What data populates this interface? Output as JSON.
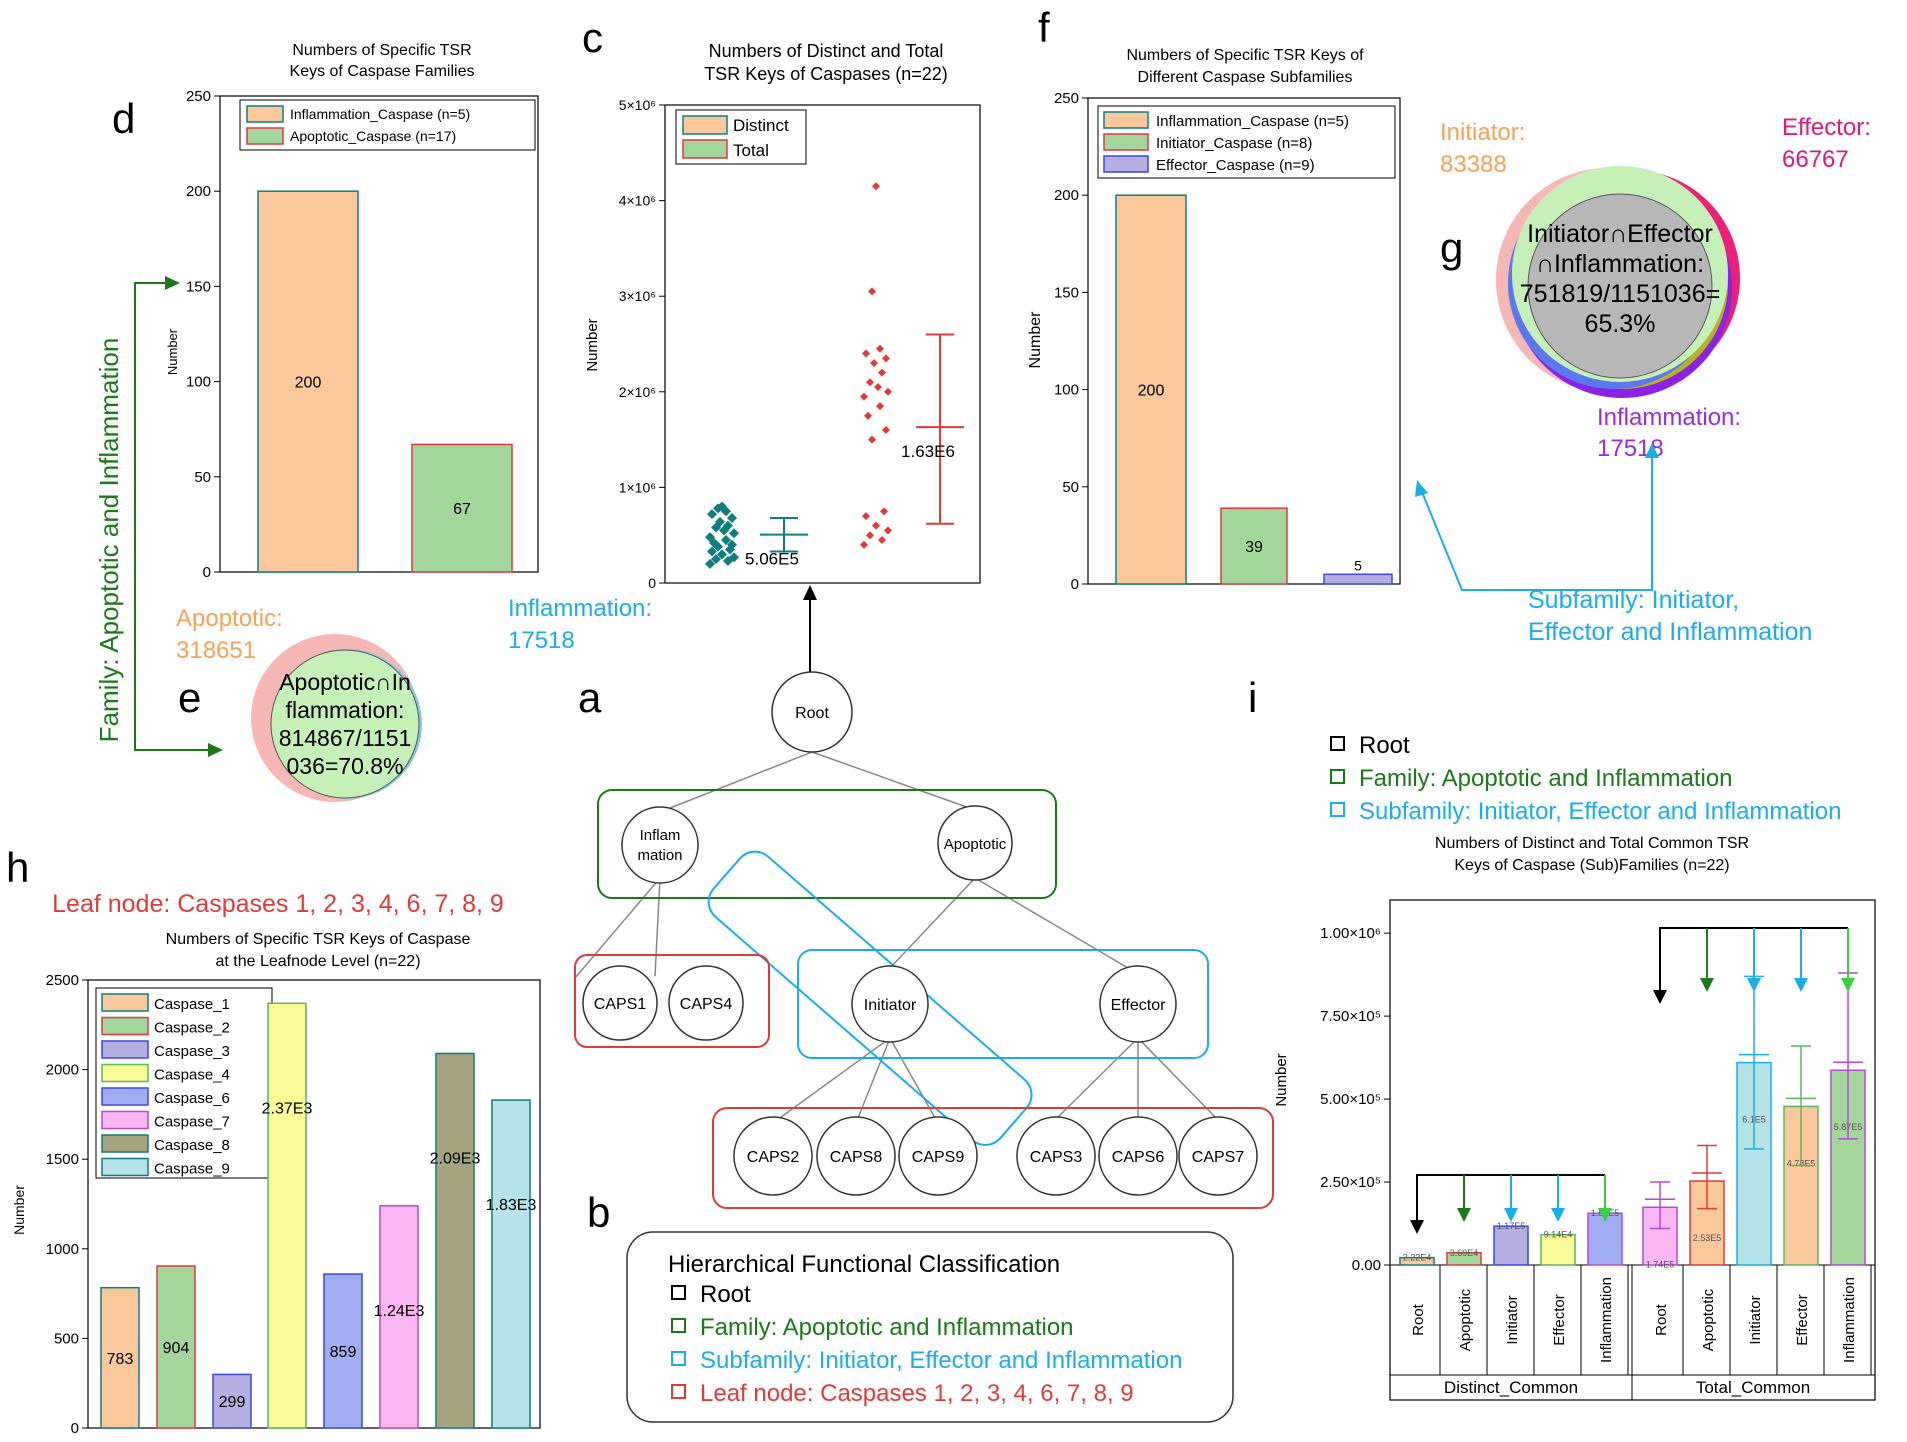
{
  "panel_letters": {
    "a": "a",
    "b": "b",
    "c": "c",
    "d": "d",
    "e": "e",
    "f": "f",
    "g": "g",
    "h": "h",
    "i": "i"
  },
  "colors": {
    "orange_fill": "#fac89b",
    "orange_edge": "#0d7f7f",
    "green_fill": "#a3d69b",
    "green_edge": "#e03a3a",
    "purple_fill": "#b5aee0",
    "yellow_fill": "#fafa96",
    "blue_fill": "#a1adf2",
    "pink_fill": "#f9b6f0",
    "olive_fill": "#a8a37f",
    "cyan_fill": "#b6e2ea",
    "teal": "#0d7f7f",
    "red": "#e03a3a",
    "dark_green": "#1a7a1a",
    "sky_blue": "#1aaee8",
    "light_green_arrow": "#3ccf3c"
  },
  "side_labels": {
    "family": "Family: Apoptotic and Inflammation",
    "subfamily_line1": "Subfamily: Initiator,",
    "subfamily_line2": "Effector and Inflammation",
    "leaf": "Leaf node: Caspases 1, 2, 3, 4, 6, 7, 8, 9"
  },
  "venn_e": {
    "left_name": "Apoptotic:",
    "left_value": "318651",
    "right_name": "Inflammation:",
    "right_value": "17518",
    "center_lines": [
      "Apoptotic∩In",
      "flammation:",
      "814867/1151",
      "036=70.8%"
    ]
  },
  "venn_g": {
    "initiator_name": "Initiator:",
    "initiator_value": "83388",
    "effector_name": "Effector:",
    "effector_value": "66767",
    "inflammation_name": "Inflammation:",
    "inflammation_value": "17518",
    "center_lines": [
      "Initiator∩Effector",
      "∩Inflammation:",
      "751819/1151036=",
      "65.3%"
    ]
  },
  "tree": {
    "root": "Root",
    "inflammation_lines": [
      "Inflam",
      "mation"
    ],
    "apoptotic": "Apoptotic",
    "initiator": "Initiator",
    "effector": "Effector",
    "leaves_inflam": [
      "CAPS1",
      "CAPS4"
    ],
    "leaves_initiator": [
      "CAPS2",
      "CAPS8",
      "CAPS9"
    ],
    "leaves_effector": [
      "CAPS3",
      "CAPS6",
      "CAPS7"
    ]
  },
  "legend_b": {
    "title": "Hierarchical Functional Classification",
    "root": "Root",
    "family": "Family: Apoptotic and Inflammation",
    "subfamily": "Subfamily: Initiator, Effector and Inflammation",
    "leaf": "Leaf node: Caspases 1, 2, 3, 4, 6, 7, 8, 9"
  },
  "legend_i": {
    "root": "Root",
    "family": "Family: Apoptotic and Inflammation",
    "subfamily": "Subfamily: Initiator, Effector and Inflammation"
  },
  "chart_data": [
    {
      "id": "d",
      "type": "bar",
      "title_lines": [
        "Numbers of Specific TSR",
        "Keys of Caspase Families"
      ],
      "ylabel": "Number",
      "ylim": [
        0,
        250
      ],
      "yticks": [
        "0",
        "50",
        "100",
        "150",
        "200",
        "250"
      ],
      "series": [
        {
          "name": "Inflammation_Caspase (n=5)",
          "value": 200,
          "label": "200"
        },
        {
          "name": "Apoptotic_Caspase (n=17)",
          "value": 67,
          "label": "67"
        }
      ]
    },
    {
      "id": "c",
      "type": "scatter",
      "title_lines": [
        "Numbers of Distinct and Total",
        "TSR Keys of Caspases (n=22)"
      ],
      "ylabel": "Number",
      "ylim": [
        0,
        5000000
      ],
      "yticks": [
        "0",
        "1×10⁶",
        "2×10⁶",
        "3×10⁶",
        "4×10⁶",
        "5×10⁶"
      ],
      "series": [
        {
          "name": "Distinct",
          "mean": 506000,
          "mean_label": "5.06E5",
          "err_low": 330000,
          "err_high": 680000,
          "points": [
            200000,
            230000,
            250000,
            270000,
            300000,
            330000,
            350000,
            380000,
            400000,
            420000,
            450000,
            480000,
            520000,
            550000,
            580000,
            600000,
            640000,
            680000,
            720000,
            750000,
            780000,
            800000
          ]
        },
        {
          "name": "Total",
          "mean": 1630000,
          "mean_label": "1.63E6",
          "err_low": 620000,
          "err_high": 2600000,
          "points": [
            400000,
            450000,
            500000,
            550000,
            600000,
            700000,
            750000,
            1500000,
            1600000,
            1750000,
            1850000,
            1950000,
            2000000,
            2050000,
            2100000,
            2200000,
            2300000,
            2350000,
            2400000,
            2450000,
            3050000,
            4150000
          ]
        }
      ]
    },
    {
      "id": "f",
      "type": "bar",
      "title_lines": [
        "Numbers of Specific TSR Keys of",
        "Different Caspase Subfamilies"
      ],
      "ylabel": "Number",
      "ylim": [
        0,
        250
      ],
      "yticks": [
        "0",
        "50",
        "100",
        "150",
        "200",
        "250"
      ],
      "series": [
        {
          "name": "Inflammation_Caspase (n=5)",
          "value": 200,
          "label": "200"
        },
        {
          "name": "Initiator_Caspase (n=8)",
          "value": 39,
          "label": "39"
        },
        {
          "name": "Effector_Caspase (n=9)",
          "value": 5,
          "label": "5"
        }
      ]
    },
    {
      "id": "h",
      "type": "bar",
      "title_lines": [
        "Numbers of Specific TSR Keys of Caspase",
        "at the Leafnode Level (n=22)"
      ],
      "ylabel": "Number",
      "ylim": [
        0,
        2500
      ],
      "yticks": [
        "0",
        "500",
        "1000",
        "1500",
        "2000",
        "2500"
      ],
      "series": [
        {
          "name": "Caspase_1",
          "value": 783,
          "label": "783"
        },
        {
          "name": "Caspase_2",
          "value": 904,
          "label": "904"
        },
        {
          "name": "Caspase_3",
          "value": 299,
          "label": "299"
        },
        {
          "name": "Caspase_4",
          "value": 2370,
          "label": "2.37E3"
        },
        {
          "name": "Caspase_6",
          "value": 859,
          "label": "859"
        },
        {
          "name": "Caspase_7",
          "value": 1240,
          "label": "1.24E3"
        },
        {
          "name": "Caspase_8",
          "value": 2090,
          "label": "2.09E3"
        },
        {
          "name": "Caspase_9",
          "value": 1830,
          "label": "1.83E3"
        }
      ]
    },
    {
      "id": "i",
      "type": "bar",
      "title_lines": [
        "Numbers of Distinct and Total Common TSR",
        "Keys of Caspase (Sub)Families (n=22)"
      ],
      "ylabel": "Number",
      "ylim": [
        0,
        1100000
      ],
      "yticks": [
        "0.00",
        "2.50×10⁵",
        "5.00×10⁵",
        "7.50×10⁵",
        "1.00×10⁶"
      ],
      "categories": [
        "Root",
        "Apoptotic",
        "Initiator",
        "Effector",
        "Inflammation"
      ],
      "groups": [
        {
          "name": "Distinct_Common",
          "values": [
            22200,
            36900,
            117000,
            91400,
            156000
          ],
          "labels": [
            "2.22E4",
            "3.69E4",
            "1.17E5",
            "9.14E4",
            "1.56E5"
          ]
        },
        {
          "name": "Total_Common",
          "values": [
            174000,
            253000,
            610000,
            478000,
            587000
          ],
          "labels": [
            "1.74E5",
            "2.53E5",
            "6.1E5",
            "4.78E5",
            "5.87E5"
          ],
          "err_low": [
            110000,
            170000,
            350000,
            300000,
            380000
          ],
          "err_high": [
            250000,
            360000,
            870000,
            660000,
            880000
          ]
        }
      ]
    }
  ]
}
